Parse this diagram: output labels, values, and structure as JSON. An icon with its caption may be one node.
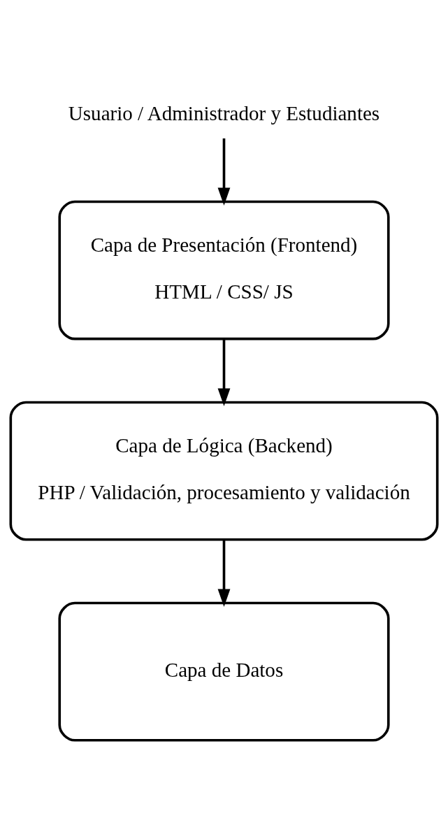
{
  "diagram": {
    "nodes": [
      {
        "text": [
          "Usuario / Administrador y Estudiantes"
        ]
      },
      {
        "text": [
          "Capa de Presentación (Frontend)",
          "HTML / CSS/ JS"
        ]
      },
      {
        "text": [
          "Capa de Lógica (Backend)",
          "PHP / Validación, procesamiento y validación"
        ]
      },
      {
        "text": [
          "Capa de Datos"
        ]
      }
    ],
    "edges": [
      {
        "from": 0,
        "to": 1,
        "arrow": "to"
      },
      {
        "from": 1,
        "to": 2,
        "arrow": "to"
      },
      {
        "from": 2,
        "to": 3,
        "arrow": "to"
      }
    ]
  }
}
